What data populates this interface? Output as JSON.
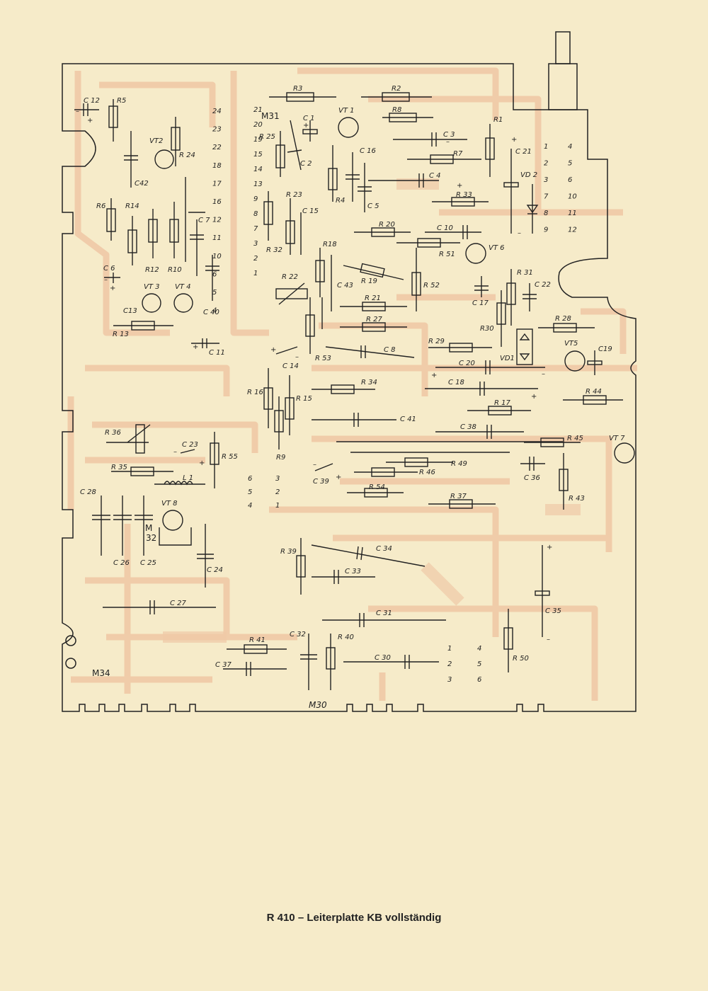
{
  "caption": "R 410 – Leiterplatte KB vollständig",
  "colors": {
    "paper": "#f6ebc9",
    "copper": "#f0c9a6",
    "ink": "#222222"
  },
  "markers": [
    {
      "id": "M31",
      "text": "M31"
    },
    {
      "id": "M32a",
      "text": "M"
    },
    {
      "id": "M32b",
      "text": "32"
    },
    {
      "id": "M34",
      "text": "M34"
    },
    {
      "id": "M30",
      "text": "M30"
    }
  ],
  "resistors": [
    {
      "id": "R2",
      "text": "R2"
    },
    {
      "id": "R3",
      "text": "R3"
    },
    {
      "id": "R8",
      "text": "R8"
    },
    {
      "id": "R1",
      "text": "R1"
    },
    {
      "id": "R5",
      "text": "R5"
    },
    {
      "id": "R24",
      "text": "R 24"
    },
    {
      "id": "R25",
      "text": "R 25"
    },
    {
      "id": "R7",
      "text": "R7"
    },
    {
      "id": "R33",
      "text": "R 33"
    },
    {
      "id": "R4",
      "text": "R4"
    },
    {
      "id": "R23",
      "text": "R 23"
    },
    {
      "id": "R6",
      "text": "R6"
    },
    {
      "id": "R14",
      "text": "R14"
    },
    {
      "id": "R12",
      "text": "R12"
    },
    {
      "id": "R10",
      "text": "R10"
    },
    {
      "id": "R32",
      "text": "R 32"
    },
    {
      "id": "R20",
      "text": "R 20"
    },
    {
      "id": "R51",
      "text": "R 51"
    },
    {
      "id": "R18",
      "text": "R18"
    },
    {
      "id": "R22",
      "text": "R 22"
    },
    {
      "id": "R19",
      "text": "R 19"
    },
    {
      "id": "R52",
      "text": "R 52"
    },
    {
      "id": "R31",
      "text": "R 31"
    },
    {
      "id": "R21",
      "text": "R 21"
    },
    {
      "id": "R27",
      "text": "R 27"
    },
    {
      "id": "R30",
      "text": "R30"
    },
    {
      "id": "R28",
      "text": "R 28"
    },
    {
      "id": "R13",
      "text": "R 13"
    },
    {
      "id": "R53",
      "text": "R 53"
    },
    {
      "id": "R29",
      "text": "R 29"
    },
    {
      "id": "R34",
      "text": "R 34"
    },
    {
      "id": "R16",
      "text": "R 16"
    },
    {
      "id": "R15",
      "text": "R 15"
    },
    {
      "id": "R44",
      "text": "R 44"
    },
    {
      "id": "R17",
      "text": "R 17"
    },
    {
      "id": "R36",
      "text": "R 36"
    },
    {
      "id": "R45",
      "text": "R 45"
    },
    {
      "id": "R9",
      "text": "R9"
    },
    {
      "id": "R55",
      "text": "R 55"
    },
    {
      "id": "R35",
      "text": "R 35"
    },
    {
      "id": "R49",
      "text": "R 49"
    },
    {
      "id": "R46",
      "text": "R 46"
    },
    {
      "id": "R54",
      "text": "R 54"
    },
    {
      "id": "R37",
      "text": "R 37"
    },
    {
      "id": "R43",
      "text": "R 43"
    },
    {
      "id": "R39",
      "text": "R 39"
    },
    {
      "id": "R41",
      "text": "R 41"
    },
    {
      "id": "R40",
      "text": "R 40"
    },
    {
      "id": "R50",
      "text": "R 50"
    }
  ],
  "capacitors": [
    {
      "id": "C12",
      "text": "C 12"
    },
    {
      "id": "C1",
      "text": "C 1"
    },
    {
      "id": "C3",
      "text": "C 3"
    },
    {
      "id": "C16",
      "text": "C 16"
    },
    {
      "id": "C21",
      "text": "C 21"
    },
    {
      "id": "C2",
      "text": "C 2"
    },
    {
      "id": "C4",
      "text": "C 4"
    },
    {
      "id": "C42",
      "text": "C42"
    },
    {
      "id": "C15",
      "text": "C 15"
    },
    {
      "id": "C5",
      "text": "C 5"
    },
    {
      "id": "C7",
      "text": "C 7"
    },
    {
      "id": "C10",
      "text": "C 10"
    },
    {
      "id": "C6",
      "text": "C 6"
    },
    {
      "id": "C43",
      "text": "C 43"
    },
    {
      "id": "C13",
      "text": "C13"
    },
    {
      "id": "C40",
      "text": "C 40"
    },
    {
      "id": "C17",
      "text": "C 17"
    },
    {
      "id": "C22",
      "text": "C 22"
    },
    {
      "id": "C11",
      "text": "C 11"
    },
    {
      "id": "C14",
      "text": "C 14"
    },
    {
      "id": "C8",
      "text": "C 8"
    },
    {
      "id": "C19",
      "text": "C19"
    },
    {
      "id": "C20",
      "text": "C 20"
    },
    {
      "id": "C18",
      "text": "C 18"
    },
    {
      "id": "C41",
      "text": "C 41"
    },
    {
      "id": "C38",
      "text": "C 38"
    },
    {
      "id": "C23",
      "text": "C 23"
    },
    {
      "id": "C36",
      "text": "C 36"
    },
    {
      "id": "C39",
      "text": "C 39"
    },
    {
      "id": "C28",
      "text": "C 28"
    },
    {
      "id": "C26",
      "text": "C 26"
    },
    {
      "id": "C25",
      "text": "C 25"
    },
    {
      "id": "C24",
      "text": "C 24"
    },
    {
      "id": "C34",
      "text": "C 34"
    },
    {
      "id": "C33",
      "text": "C 33"
    },
    {
      "id": "C27",
      "text": "C 27"
    },
    {
      "id": "C31",
      "text": "C 31"
    },
    {
      "id": "C35",
      "text": "C 35"
    },
    {
      "id": "C32",
      "text": "C 32"
    },
    {
      "id": "C37",
      "text": "C 37"
    },
    {
      "id": "C30",
      "text": "C 30"
    }
  ],
  "semiconductors": [
    {
      "id": "VT1",
      "text": "VT 1"
    },
    {
      "id": "VT2",
      "text": "VT2"
    },
    {
      "id": "VT3",
      "text": "VT 3"
    },
    {
      "id": "VT4",
      "text": "VT 4"
    },
    {
      "id": "VT5",
      "text": "VT5"
    },
    {
      "id": "VT6",
      "text": "VT 6"
    },
    {
      "id": "VT7",
      "text": "VT 7"
    },
    {
      "id": "VT8",
      "text": "VT 8"
    },
    {
      "id": "VD1",
      "text": "VD1"
    },
    {
      "id": "VD2",
      "text": "VD 2"
    },
    {
      "id": "L1",
      "text": "L 1"
    }
  ],
  "pin_groups": {
    "connector_left": [
      "24",
      "23",
      "22",
      "18",
      "17",
      "16",
      "12",
      "11",
      "10",
      "6",
      "5",
      "4"
    ],
    "connector_mid": [
      "21",
      "20",
      "19",
      "15",
      "14",
      "13",
      "9",
      "8",
      "7",
      "3",
      "2",
      "1"
    ],
    "connector_right_a": [
      "1",
      "2",
      "3",
      "7",
      "8",
      "9"
    ],
    "connector_right_b": [
      "4",
      "5",
      "6",
      "10",
      "11",
      "12"
    ],
    "lower_left_a": [
      "6",
      "5",
      "4"
    ],
    "lower_left_b": [
      "3",
      "2",
      "1"
    ],
    "bottom_a": [
      "1",
      "2",
      "3"
    ],
    "bottom_b": [
      "4",
      "5",
      "6"
    ]
  },
  "polarity": {
    "plus": "+",
    "minus": "–"
  }
}
